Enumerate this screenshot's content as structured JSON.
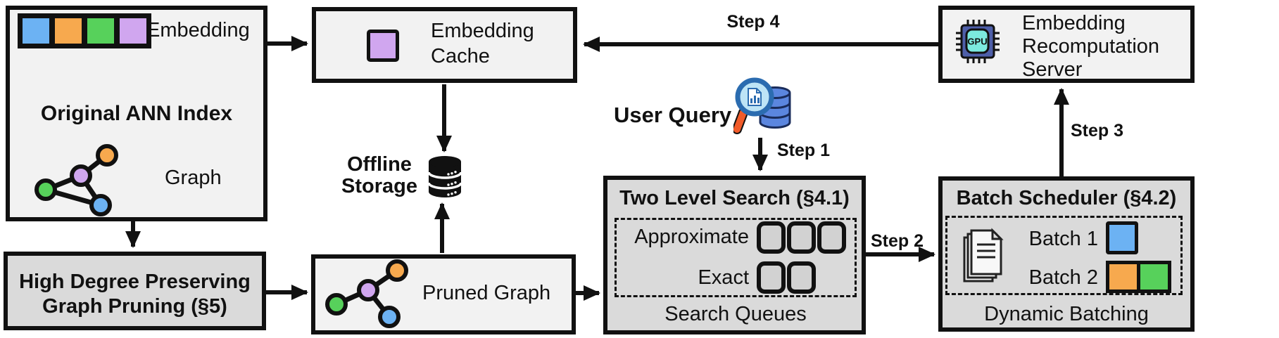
{
  "nodes": {
    "original_ann_index": {
      "embedding_label": "Embedding",
      "title": "Original ANN Index",
      "graph_label": "Graph"
    },
    "embedding_cache": {
      "label": "Embedding Cache"
    },
    "offline_storage": {
      "label": "Offline Storage"
    },
    "user_query": {
      "label": "User Query"
    },
    "two_level_search": {
      "title": "Two Level Search (§4.1)",
      "row1_label": "Approximate",
      "row2_label": "Exact",
      "footer": "Search Queues"
    },
    "batch_scheduler": {
      "title": "Batch Scheduler (§4.2)",
      "batch1_label": "Batch 1",
      "batch2_label": "Batch 2",
      "footer": "Dynamic Batching"
    },
    "recomputation_server": {
      "label": "Embedding Recomputation Server",
      "chip_label": "GPU"
    },
    "graph_pruning": {
      "title": "High Degree Preserving Graph Pruning (§5)"
    },
    "pruned_graph": {
      "label": "Pruned Graph"
    }
  },
  "steps": {
    "step1": "Step 1",
    "step2": "Step 2",
    "step3": "Step 3",
    "step4": "Step 4"
  },
  "colors": {
    "blue": "#6CB2F3",
    "orange": "#F7A94E",
    "green": "#57D15B",
    "purple": "#D0A6EF",
    "box_light": "#F2F2F2",
    "box_dark": "#DADADA",
    "outline": "#111111",
    "chip_body": "#4E5FA9",
    "chip_core": "#7CEADF",
    "magnifier_rim": "#2B6CB0",
    "magnifier_lens": "#BDE4F6",
    "magnifier_handle": "#F15B2A",
    "query_db": "#5B86DF"
  }
}
